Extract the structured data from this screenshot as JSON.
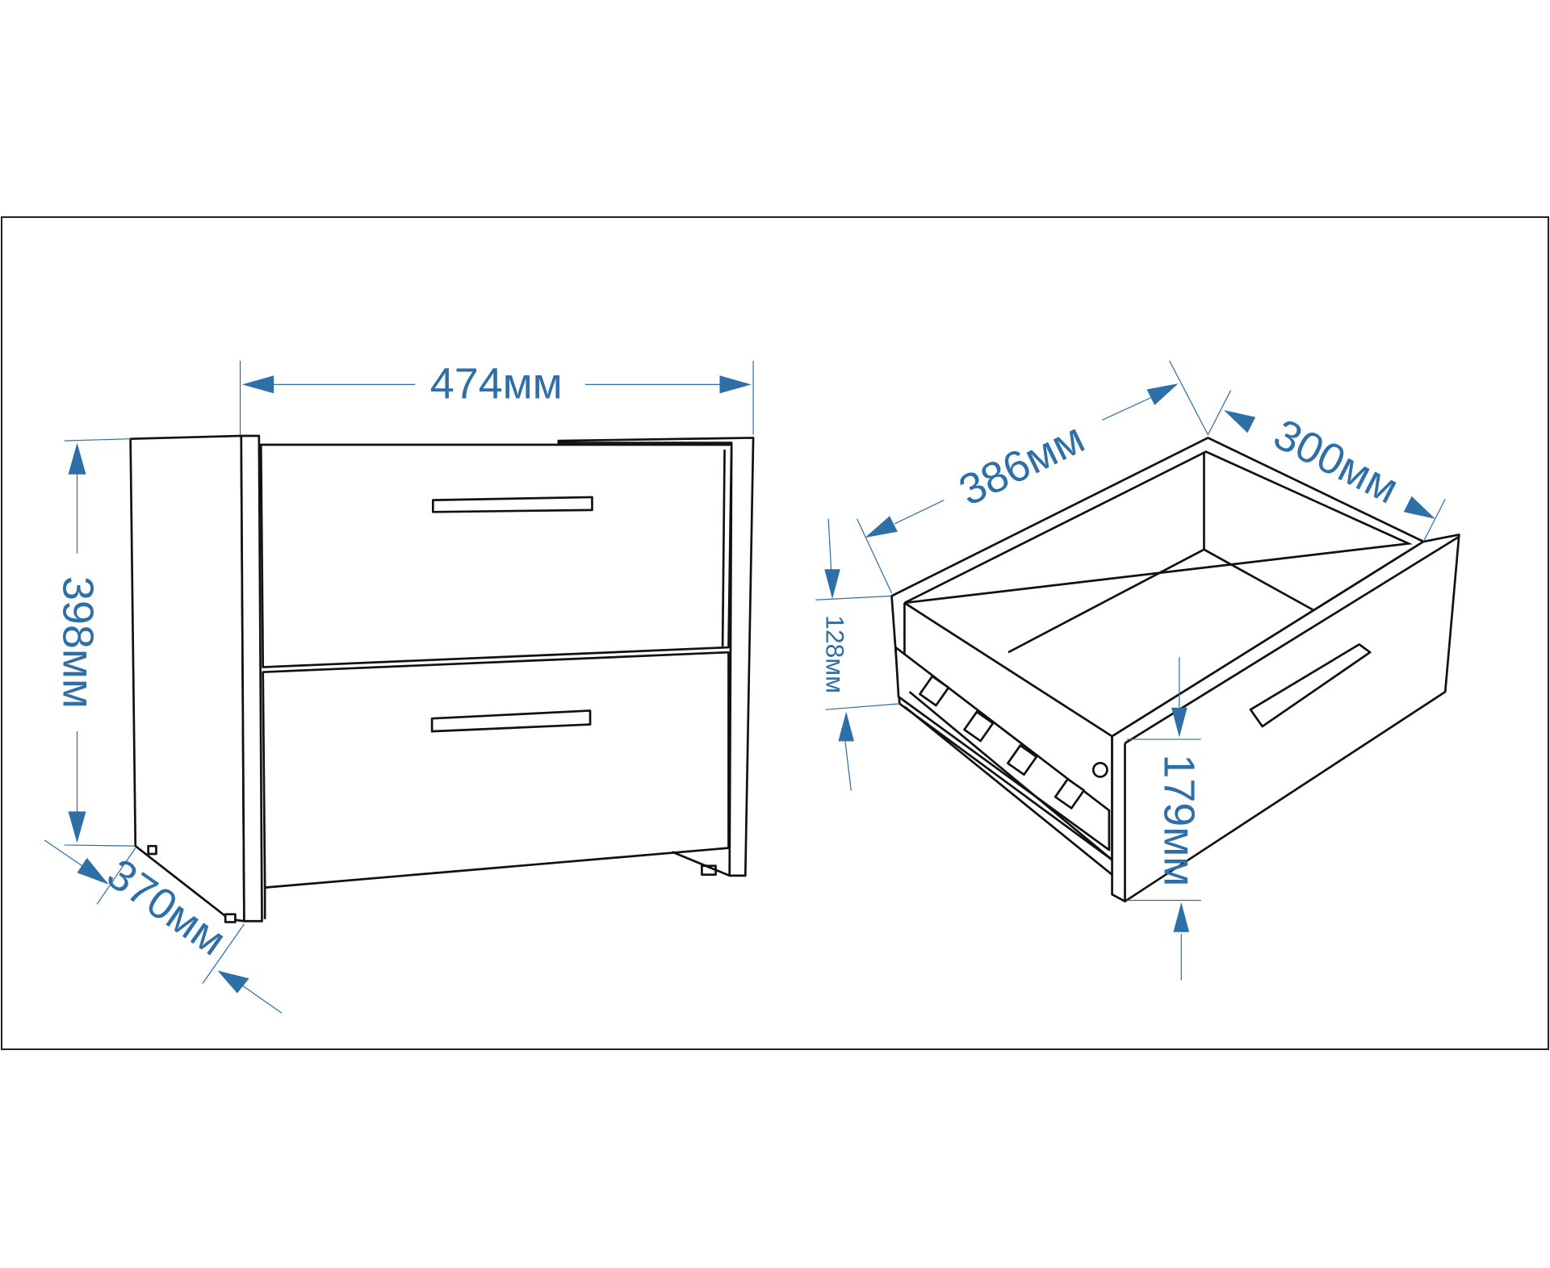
{
  "colors": {
    "dimension": "#2e6fa8",
    "outline": "#111111"
  },
  "nightstand": {
    "width_label": "474мм",
    "height_label": "398мм",
    "depth_label": "370мм"
  },
  "drawer": {
    "length_label": "386мм",
    "width_label": "300мм",
    "side_height_label": "128мм",
    "front_height_label": "179мм"
  }
}
